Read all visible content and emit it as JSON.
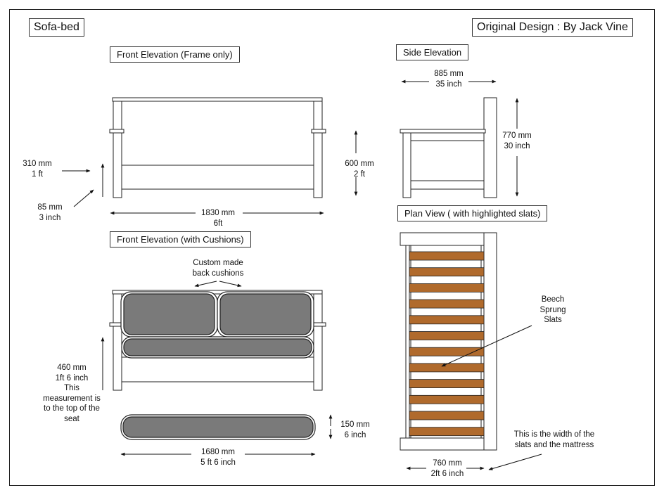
{
  "title": "Sofa-bed",
  "credit": "Original Design : By Jack Vine",
  "views": {
    "front_frame": "Front Elevation (Frame only)",
    "side": "Side Elevation",
    "front_cushions": "Front Elevation (with Cushions)",
    "plan": "Plan View ( with highlighted slats)"
  },
  "dims": {
    "side_width_mm": "885 mm",
    "side_width_in": "35 inch",
    "side_height_mm": "770 mm",
    "side_height_in": "30 inch",
    "seat_rail_mm": "310 mm",
    "seat_rail_ft": "1 ft",
    "foot_mm": "85 mm",
    "foot_in": "3 inch",
    "frame_height_mm": "600 mm",
    "frame_height_ft": "2 ft",
    "frame_width_mm": "1830 mm",
    "frame_width_ft": "6ft",
    "seat_height_mm": "460 mm",
    "seat_height_ft": "1ft 6 inch",
    "seat_height_note": [
      "This",
      "measurement is",
      "to the top of the",
      "seat"
    ],
    "mattress_thick_mm": "150 mm",
    "mattress_thick_in": "6 inch",
    "mattress_len_mm": "1680 mm",
    "mattress_len_ft": "5 ft 6 inch",
    "plan_width_mm": "760 mm",
    "plan_width_ft": "2ft 6 inch"
  },
  "notes": {
    "cushions": [
      "Custom made",
      "back cushions"
    ],
    "slats": [
      "Beech",
      "Sprung",
      "Slats"
    ],
    "width_note": [
      "This is the width of the",
      "slats and the mattress"
    ]
  },
  "colors": {
    "cushion": "#7a7a7a",
    "slat": "#b06a2c",
    "line": "#222222"
  }
}
